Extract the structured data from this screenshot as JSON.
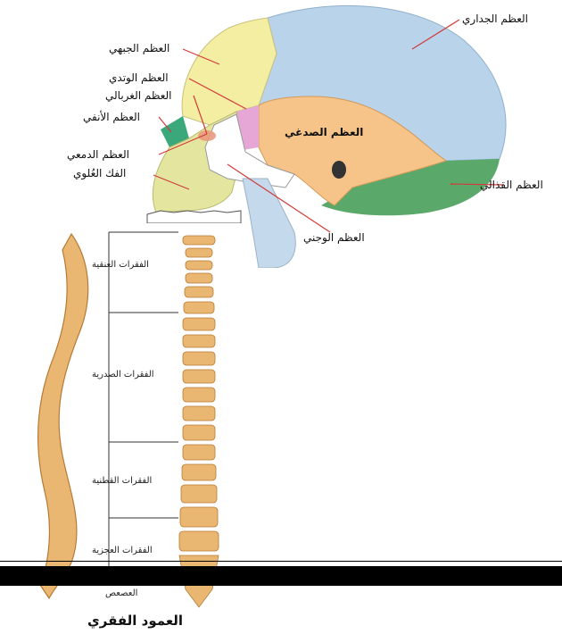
{
  "skull": {
    "labels": {
      "parietal": "العظم الجداري",
      "frontal": "العظم الجبهي",
      "sphenoid": "العظم الوتدي",
      "ethmoid": "العظم الغربالي",
      "nasal": "العظم الأنفي",
      "lacrimal": "العظم الدمعي",
      "maxilla": "الفك العُلوي",
      "temporal": "العظم الصدغي",
      "occipital": "العظم القذالي",
      "zygomatic": "العظم الوجني"
    },
    "colors": {
      "parietal": "#b9d3ea",
      "frontal": "#f3eea2",
      "temporal": "#f6c489",
      "occipital": "#5aa96a",
      "sphenoid": "#e7a7d6",
      "zygomatic": "#ffffff",
      "maxilla": "#e4e6a0",
      "mandible": "#c5d9ec",
      "nasal": "#3aa87a",
      "leader_line": "#d23b3b"
    }
  },
  "spine": {
    "regions": {
      "cervical": "الفقرات العنقية",
      "thoracic": "الفقرات الصدرية",
      "lumbar": "الفقرات القطنية",
      "sacral": "الفقرات العجزية",
      "coccyx": "العصعص"
    },
    "caption": "العمود الفقري",
    "colors": {
      "bone": "#e9b772",
      "bone_dark": "#b77a35",
      "bracket": "#333333"
    }
  }
}
